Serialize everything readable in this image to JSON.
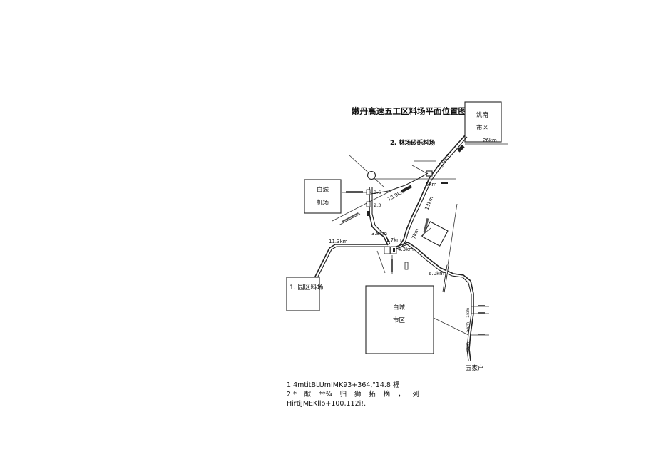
{
  "map": {
    "title": "嫩丹高速五工区料场平面位置图",
    "places": {
      "taonan_line1": "洮南",
      "taonan_line2": "市区",
      "airport_line1": "白城",
      "airport_line2": "机场",
      "city_line1": "白城",
      "city_line2": "市区",
      "yard1": "1. 园区料场",
      "yard2": "2. 林场砂砾料场",
      "wujiahu": "五家户"
    },
    "distances": {
      "d26": "26km",
      "d39": "3.9km",
      "d5": "5km",
      "d13a": "13.9km",
      "d13b": "13km",
      "d7": "7km",
      "d38": "3.8km",
      "d113": "11.3km",
      "d17": "1.7km",
      "d43": "4.3km",
      "d6": "6.0km",
      "d1r": "1km",
      "d5r": "5km",
      "d6r": "6km"
    },
    "labels": {
      "l36": "3.6",
      "l23": "2.3"
    },
    "colors": {
      "line": "#222222",
      "background": "#ffffff"
    }
  },
  "notes": {
    "line1": "1.4mtitBLUmIMK93+364,\"14.8 福",
    "line2_chars": [
      "2·*",
      "献",
      "**¾",
      "归",
      "狮",
      "拓",
      "摘",
      "，",
      "列"
    ],
    "line3": "HirtiJMEKllo+100,112i!."
  }
}
